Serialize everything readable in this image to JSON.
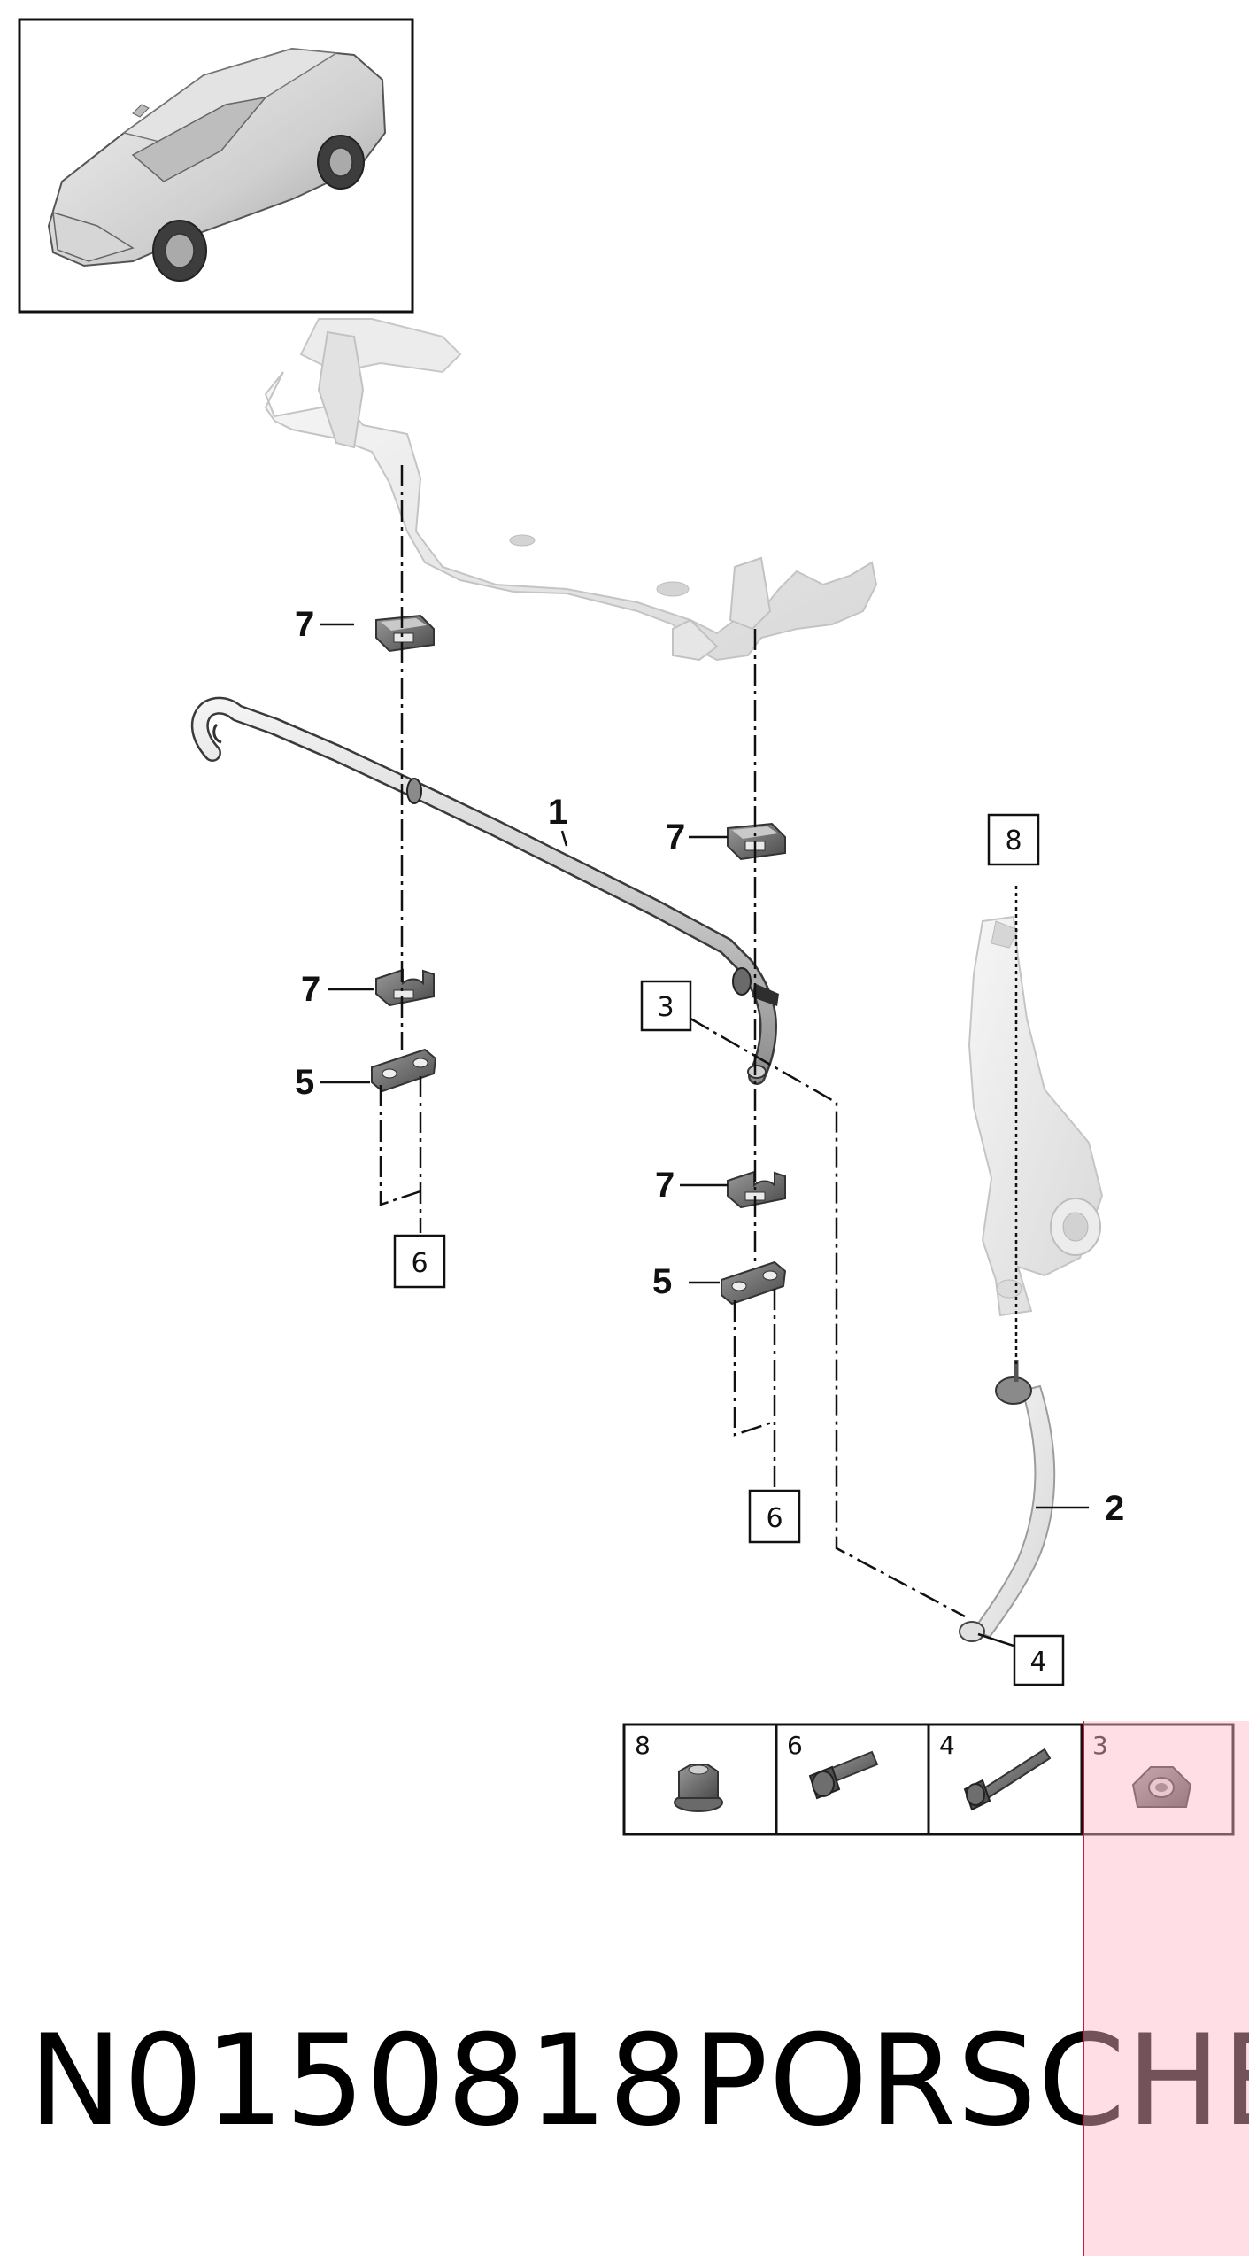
{
  "diagram": {
    "callouts": {
      "stabilizer_bar": "1",
      "coupling_rod": "2",
      "mount_bracket_left": "5",
      "mount_bracket_right": "5",
      "bushing_upper_left": "7",
      "bushing_lower_left": "7",
      "bushing_upper_right": "7",
      "bushing_lower_right": "7"
    },
    "boxed_refs": {
      "bolt_left": "6",
      "bolt_right": "6",
      "nut_top": "3",
      "knuckle_nut": "8",
      "rod_bolt": "4"
    }
  },
  "hardware_table": {
    "cells": [
      {
        "number": "8",
        "item": "flange-nut"
      },
      {
        "number": "6",
        "item": "hex-bolt-short"
      },
      {
        "number": "4",
        "item": "hex-bolt-long"
      },
      {
        "number": "3",
        "item": "flange-nut-highlighted"
      }
    ]
  },
  "footer": {
    "part_number": "N0150818",
    "brand": "PORSCHE"
  },
  "colors": {
    "highlight_fill": "#ffb6c6",
    "highlight_border": "#b8243c",
    "part_light": "#e6e6e6",
    "part_dark": "#6b6b6b",
    "line": "#111111"
  }
}
